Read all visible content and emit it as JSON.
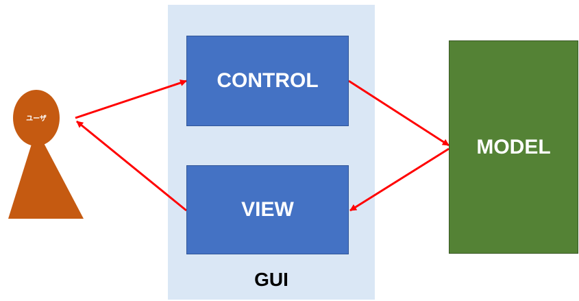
{
  "labels": {
    "control": "CONTROL",
    "view": "VIEW",
    "model": "MODEL",
    "gui": "GUI",
    "user": "ユーザ"
  },
  "colors": {
    "gui_bg": "#dae7f5",
    "control_fill": "#4472c4",
    "view_fill": "#4472c4",
    "model_fill": "#548235",
    "user_fill": "#c55a11",
    "arrow": "#ff0000"
  },
  "connections": [
    {
      "from": "user",
      "to": "control"
    },
    {
      "from": "control",
      "to": "model"
    },
    {
      "from": "model",
      "to": "view"
    },
    {
      "from": "view",
      "to": "user"
    }
  ]
}
